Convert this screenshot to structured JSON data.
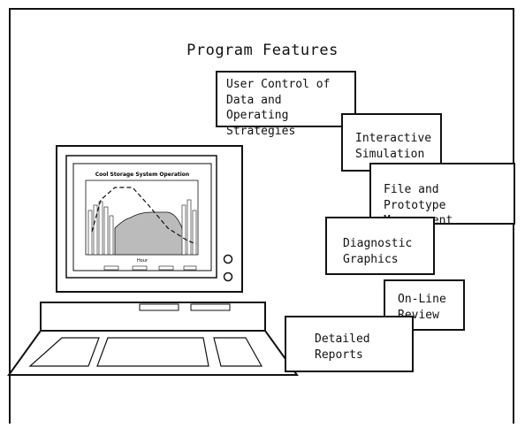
{
  "heading": "Program Features",
  "features": [
    {
      "label": "User Control of\nData and Operating\nStrategies"
    },
    {
      "label": "Interactive\nSimulation"
    },
    {
      "label": "File and Prototype\nManagement"
    },
    {
      "label": "Diagnostic\nGraphics"
    },
    {
      "label": "On-Line\nReview"
    },
    {
      "label": "Detailed\nReports"
    }
  ],
  "screen_chart": {
    "title": "Cool Storage System Operation",
    "xlabel": "Hour"
  }
}
